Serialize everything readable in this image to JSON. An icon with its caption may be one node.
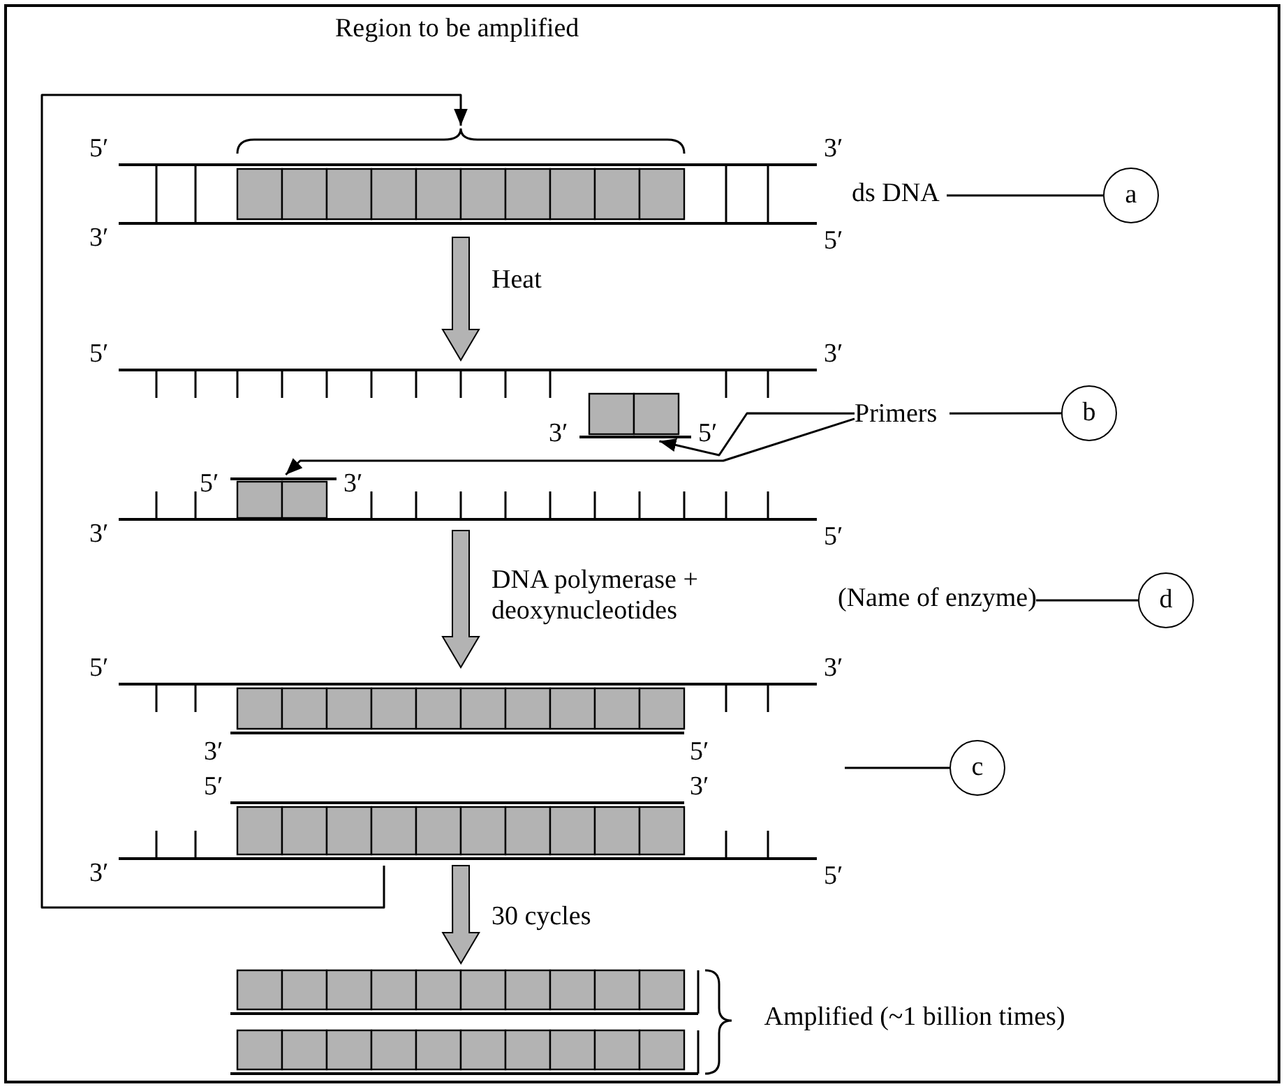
{
  "diagram": {
    "nodes": [
      {
        "text": [],
        "shape": "picture"
      },
      {
        "text": [
          "ds DNA"
        ]
      },
      {
        "text": [
          "a"
        ]
      },
      {
        "text": [],
        "shape": "picture"
      },
      {
        "text": [],
        "shape": "bar",
        "in": 3
      },
      {
        "text": [],
        "shape": "bar",
        "in": 3
      },
      {
        "text": [
          "Primers"
        ]
      },
      {
        "text": [
          "b"
        ]
      },
      {
        "text": [
          "(Name of enzyme)"
        ]
      },
      {
        "text": [
          "d"
        ]
      },
      {
        "text": [],
        "shape": "picture"
      },
      {
        "text": [
          "c"
        ]
      },
      {
        "text": [],
        "shape": "picture",
        "beside": [
          "Amplified (~1 billion times)"
        ]
      }
    ],
    "edges": [
      {
        "from": 10,
        "to": 0,
        "arrow": "to"
      },
      {
        "from": 1,
        "to": 2,
        "arrow": "none"
      },
      {
        "from": 0,
        "to": 3,
        "arrow": "to",
        "label": "Heat",
        "style": "thick",
        "color": "#b3b3b3"
      },
      {
        "from": 6,
        "to": 4,
        "arrow": "to"
      },
      {
        "from": 6,
        "to": 5,
        "arrow": "to"
      },
      {
        "from": 6,
        "to": 7,
        "arrow": "none"
      },
      {
        "from": 3,
        "to": 10,
        "arrow": "to",
        "label": "DNA polymerase + deoxynucleotides",
        "style": "thick",
        "color": "#b3b3b3"
      },
      {
        "from": 8,
        "to": 9,
        "arrow": "none"
      },
      {
        "from": null,
        "to": 11,
        "arrow": "none"
      },
      {
        "from": 10,
        "to": 12,
        "arrow": "to",
        "label": "30 cycles",
        "style": "thick",
        "color": "#b3b3b3"
      }
    ],
    "labels": [
      "Region to be amplified",
      "5′",
      "3′",
      "3′",
      "5′",
      "5′",
      "3′",
      "3′",
      "5′",
      "5′",
      "3′",
      "3′",
      "5′",
      "5′",
      "3′",
      "3′",
      "5′",
      "5′",
      "3′",
      "3′",
      "5′"
    ]
  }
}
